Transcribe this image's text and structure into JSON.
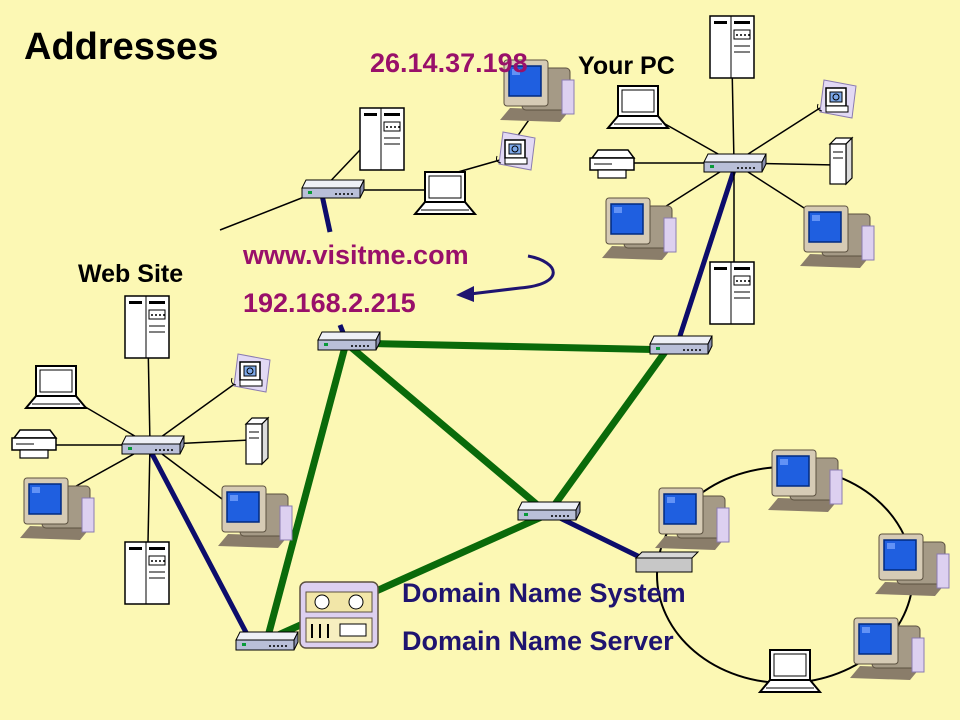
{
  "title": "Addresses",
  "labels": {
    "your_pc_ip": "26.14.37.198",
    "your_pc": "Your PC",
    "web_site": "Web Site",
    "domain_name": "www.visitme.com",
    "web_site_ip": "192.168.2.215",
    "dns_system": "Domain Name System",
    "dns_server": "Domain Name Server"
  },
  "colors": {
    "background": "#fcf8b4",
    "ip_text": "#99106a",
    "dns_text": "#1f1470",
    "backbone_link": "#0a6a0a",
    "access_link": "#0d0d6b",
    "lan_link": "#000000"
  }
}
